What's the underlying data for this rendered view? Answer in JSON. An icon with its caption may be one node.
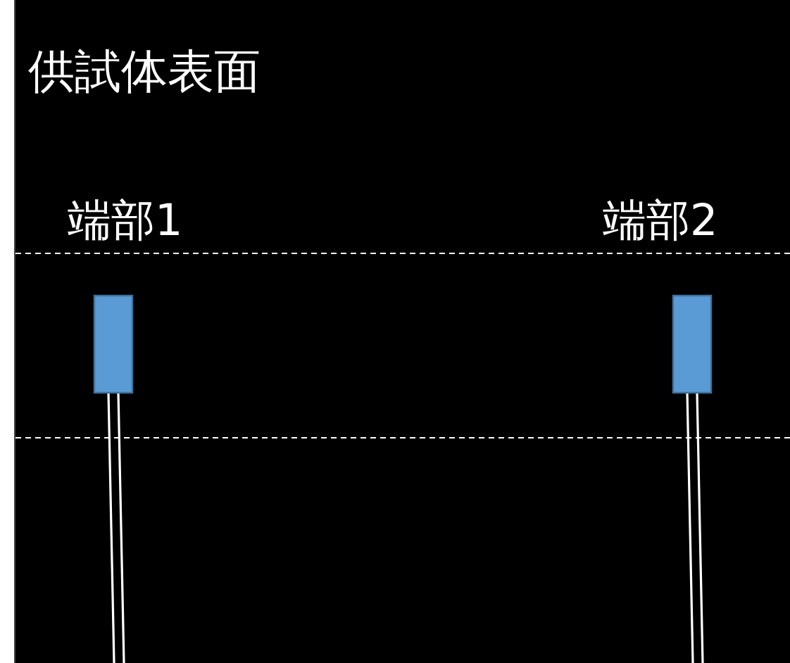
{
  "diagram": {
    "title": "供試体表面",
    "labels": [
      "端部1",
      "端部2"
    ]
  }
}
